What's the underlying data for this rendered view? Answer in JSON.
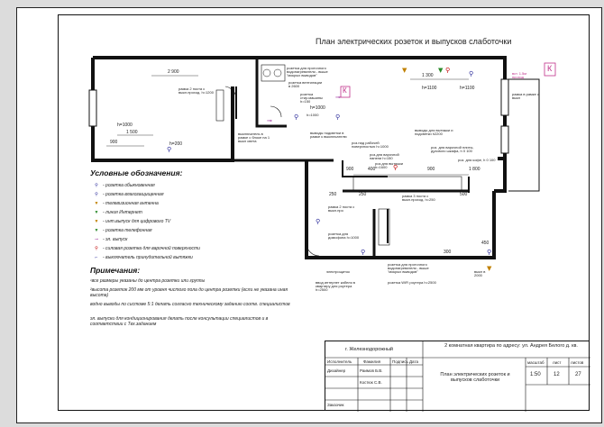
{
  "sheet_title": "План электрических розеток и выпусков слаботочки",
  "plan": {
    "dimensions": [
      "2 900",
      "h=1000",
      "1 500",
      "900",
      "h=200",
      "h=1000",
      "h=1100",
      "h=1100",
      "1 300",
      "1 800",
      "900",
      "900",
      "400",
      "250",
      "250",
      "450",
      "300",
      "500"
    ],
    "annotations": [
      "рамка 2 поста с выкл.проход. h=1200",
      "розетка для проточного водонагревателя - выше \"мокрых выводов\"",
      "розетка вентиляции в 2600",
      "розетка стир.машины h=150",
      "выключатель в рамке с блоке на 1 выкл света",
      "h=1000",
      "выводы подсветки в рамке к выключателю",
      "роз.над рабочей поверхностью h=1000",
      "роз.для варочной панели h=150",
      "роз.для вытяжки h=1600",
      "выводы для вытяжки и подсветки h2200",
      "роз. для варочной плиты, духового шкафа, h 0 100",
      "роз. для кофе, h 0 100",
      "рамка 3 поста с выкл.проход. h=250",
      "рамка 2 поста с выкл.про",
      "розетка для домофона h=1000",
      "электрощиток",
      "розетка для проточного водонагревателя - выше \"мокрых выводов\"",
      "ввод интернет кабеля в квартиру для роутера h=2500",
      "розетка WiFi роутера h=2500",
      "выкл в 2000",
      "рамка в рамке с выкл",
      "вст. 1.5м проход",
      "К",
      "К"
    ]
  },
  "legend": {
    "title": "Условные обозначения:",
    "items": [
      {
        "symbol": "⚲",
        "label": "- розетка обыкновенная",
        "color": "#2a2a9a"
      },
      {
        "symbol": "⚲",
        "label": "- розетка влагозащищенная",
        "color": "#2a2a9a"
      },
      {
        "symbol": "▼",
        "label": "- телевизионная антенна",
        "color": "#c08000"
      },
      {
        "symbol": "▼",
        "label": "- линия Интернет",
        "color": "#2a8a2a"
      },
      {
        "symbol": "▼",
        "label": "- инт.выпуск для цифрового TV",
        "color": "#c08000"
      },
      {
        "symbol": "▼",
        "label": "- розетка телефонная",
        "color": "#2a8a2a"
      },
      {
        "symbol": "⊸",
        "label": "- эл. выпуск",
        "color": "#9a2a9a"
      },
      {
        "symbol": "⚲",
        "label": "- силовая розетка для варочной поверхности",
        "color": "#c00000"
      },
      {
        "symbol": "⌐",
        "label": "- выключатель принудительной вытяжки",
        "color": "#2a2a9a"
      }
    ]
  },
  "notes": {
    "title": "Примечания:",
    "items": [
      "¹все размеры указаны до центра розетки или группы",
      "²высота розеток 200 мм от уровня чистого пола до центра розетки (если не указана иная высота)",
      "водно выводы по систоме 5:1 делать согласно техническому заданию соотв. специалистов",
      "эл. выпуски для кондиционирования делать после консультации специалистов и в соответствии с Тех.заданием"
    ]
  },
  "stamp": {
    "city": "г. Железнодорожный",
    "project": "2 комнатная квартира по адресу: ул. Андрея Белого д. кв.",
    "drawing": "План электрических розеток и выпусков слаботочки",
    "headers": [
      "Исполнитель",
      "Фамилия",
      "Подпись",
      "Дата"
    ],
    "rows": [
      [
        "Дизайнер",
        "Раимов Б.В."
      ],
      [
        "",
        "Костюк С.В."
      ],
      [
        "",
        ""
      ],
      [
        "Заказчик",
        ""
      ]
    ],
    "col_labels": [
      "масштаб",
      "лист",
      "листов"
    ],
    "scale": "1:50",
    "sheet": "12",
    "sheets": "27"
  }
}
